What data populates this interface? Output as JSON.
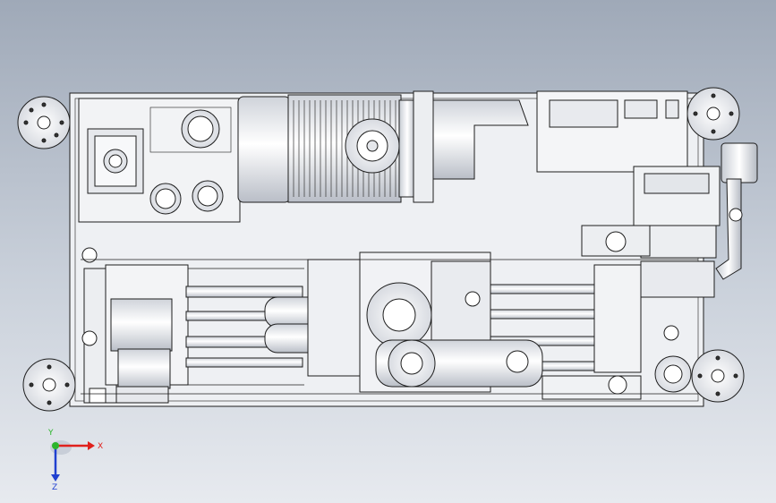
{
  "viewport": {
    "background_top": "#9fa9b8",
    "background_bottom": "#e7eaef",
    "part_fill": "#f4f5f7",
    "part_shade": "#d5d8de",
    "edge_color": "#1e1e1e"
  },
  "triad": {
    "x_label": "X",
    "y_label": "Y",
    "z_label": "Z",
    "x_color": "#e0201c",
    "y_color": "#2bb52b",
    "z_color": "#2040d0"
  }
}
